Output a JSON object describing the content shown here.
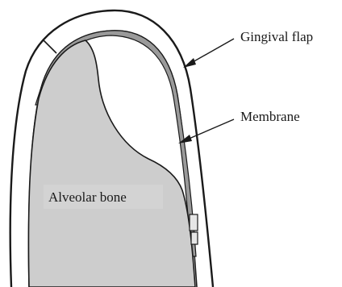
{
  "labels": {
    "gingival_flap": "Gingival flap",
    "membrane": "Membrane",
    "alveolar_bone": "Alveolar bone"
  },
  "colors": {
    "outline": "#1a1a1a",
    "bone_fill": "#cdcdcd",
    "membrane_fill": "#9a9a9a",
    "background": "#ffffff"
  }
}
